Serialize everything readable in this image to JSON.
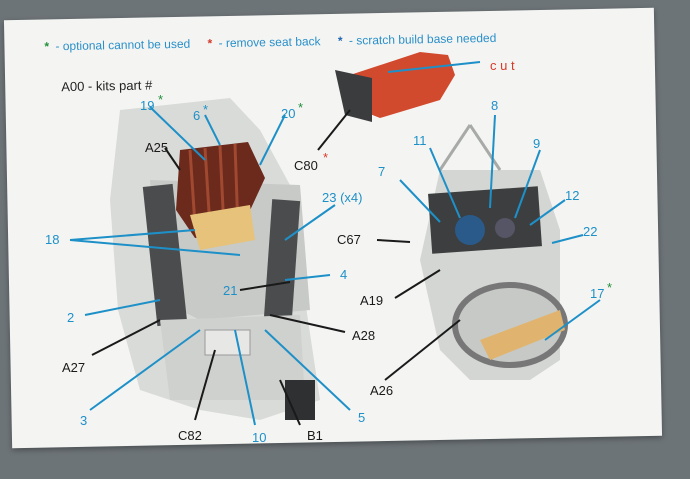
{
  "legend": {
    "green_mark": "*",
    "green_text": " - optional cannot be used",
    "red_mark": "*",
    "red_text": " - remove seat back",
    "blue_mark": "*",
    "blue_text": " - scratch build base needed"
  },
  "heading": "A00 - kits part #",
  "labels": {
    "cut": "c u t",
    "c80": "C80",
    "l19": "19",
    "l6": "6",
    "l20": "20",
    "a25": "A25",
    "l18": "18",
    "l23": "23 (x4)",
    "l4": "4",
    "l21": "21",
    "l2": "2",
    "a27": "A27",
    "a28": "A28",
    "l3": "3",
    "c82": "C82",
    "l10": "10",
    "b1": "B1",
    "l5": "5",
    "l7": "7",
    "l8": "8",
    "l9": "9",
    "l11": "11",
    "l12": "12",
    "c67": "C67",
    "l22": "22",
    "a19": "A19",
    "l17": "17",
    "a26": "A26",
    "star": "*"
  },
  "colors": {
    "label_blue": "#1e90c8",
    "label_black": "#1a1a1a",
    "star_green": "#1f8f3a",
    "star_red": "#d83a2a",
    "star_blue": "#2266b0"
  }
}
